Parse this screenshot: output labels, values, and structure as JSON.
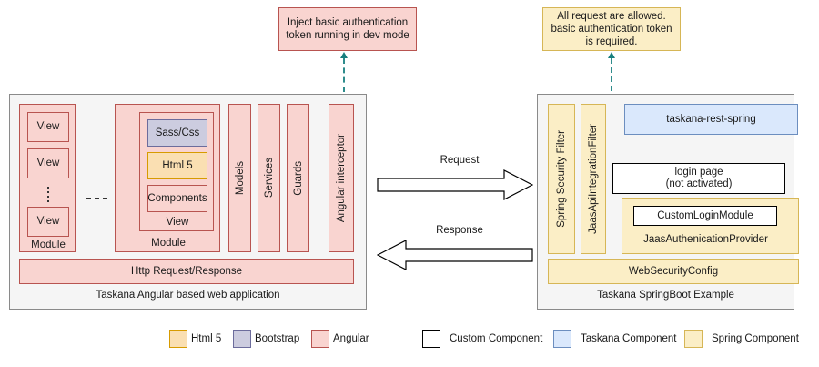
{
  "notes": {
    "angular_note": "Inject basic authentication token running in dev mode",
    "spring_note": "All request are allowed. basic authentication token is required."
  },
  "left_panel": {
    "caption": "Taskana Angular based web application",
    "module_simple": {
      "label": "Module",
      "views": [
        "View",
        "View",
        "View"
      ]
    },
    "separator": "- - -",
    "module_detailed": {
      "label": "Module",
      "view_label": "View",
      "items": [
        "Sass/Css",
        "Html 5",
        "Components"
      ]
    },
    "columns": [
      "Models",
      "Services",
      "Guards",
      "Angular interceptor"
    ],
    "http_bar": "Http Request/Response"
  },
  "arrows": {
    "request": "Request",
    "response": "Response"
  },
  "right_panel": {
    "caption": "Taskana SpringBoot Example",
    "filters": [
      "Spring Security Filter",
      "JaasApiIntegrationFilter"
    ],
    "rest": "taskana-rest-spring",
    "login_page": "login page\n(not activated)",
    "login_page_line1": "login page",
    "login_page_line2": "(not activated)",
    "auth_provider": {
      "inner": "CustomLoginModule",
      "label": "JaasAuthenicationProvider"
    },
    "web_security_config": "WebSecurityConfig"
  },
  "legend": [
    {
      "label": "Html 5",
      "color": "#fadfb2",
      "border": "#d79b00"
    },
    {
      "label": "Bootstrap",
      "color": "#ccccdf",
      "border": "#6c6c9c"
    },
    {
      "label": "Angular",
      "color": "#f9d4d0",
      "border": "#b85450"
    },
    {
      "label": "Custom Component",
      "color": "#ffffff",
      "border": "#000000"
    },
    {
      "label": "Taskana Component",
      "color": "#dae8fc",
      "border": "#6c8ebf"
    },
    {
      "label": "Spring Component",
      "color": "#fbeec6",
      "border": "#d6b656"
    }
  ],
  "colors": {
    "angular": "#f9d4d0",
    "angular_border": "#b85450",
    "bootstrap": "#ccccdf",
    "bootstrap_border": "#6c6c9c",
    "html5": "#fadfb2",
    "html5_border": "#d79b00",
    "spring": "#fbeec6",
    "spring_border": "#d6b656",
    "taskana": "#dae8fc",
    "taskana_border": "#6c8ebf",
    "panel_bg": "#f5f5f5",
    "panel_border": "#8a8a8a",
    "connector": "#2f8c8c"
  }
}
